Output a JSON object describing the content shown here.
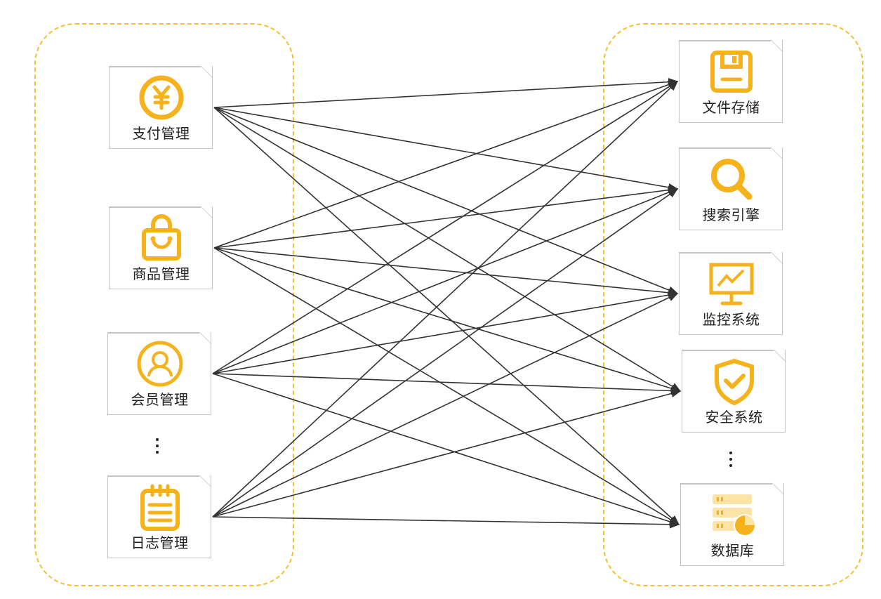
{
  "left_nodes": [
    {
      "id": "payment",
      "label": "支付管理",
      "icon": "yen-coin-icon"
    },
    {
      "id": "product",
      "label": "商品管理",
      "icon": "shopping-bag-icon"
    },
    {
      "id": "member",
      "label": "会员管理",
      "icon": "user-avatar-icon"
    },
    {
      "id": "log",
      "label": "日志管理",
      "icon": "clipboard-list-icon"
    }
  ],
  "right_nodes": [
    {
      "id": "file-storage",
      "label": "文件存储",
      "icon": "floppy-disk-icon"
    },
    {
      "id": "search-engine",
      "label": "搜索引擎",
      "icon": "magnifier-icon"
    },
    {
      "id": "monitoring",
      "label": "监控系统",
      "icon": "monitor-chart-icon"
    },
    {
      "id": "security",
      "label": "安全系统",
      "icon": "shield-check-icon"
    },
    {
      "id": "database",
      "label": "数据库",
      "icon": "database-server-icon"
    }
  ],
  "ellipsis": "⋮",
  "edges": "all-to-all",
  "colors": {
    "accent": "#f5b21b",
    "accent_light": "#fde3a6",
    "border": "#c4c4c4",
    "line": "#333333",
    "group_border": "#f5c033"
  }
}
